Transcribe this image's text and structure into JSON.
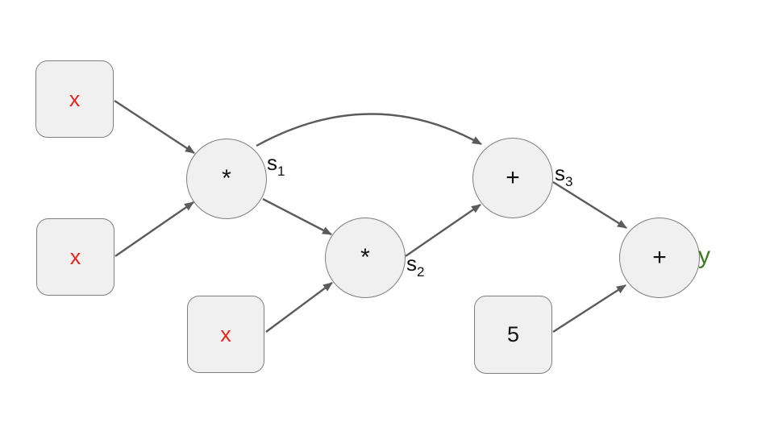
{
  "nodes": {
    "x1": {
      "label": "x"
    },
    "x2": {
      "label": "x"
    },
    "x3": {
      "label": "x"
    },
    "const5": {
      "label": "5"
    },
    "mul1": {
      "label": "*"
    },
    "mul2": {
      "label": "*"
    },
    "add1": {
      "label": "+"
    },
    "add2": {
      "label": "+"
    }
  },
  "labels": {
    "s1": {
      "base": "s",
      "sub": "1"
    },
    "s2": {
      "base": "s",
      "sub": "2"
    },
    "s3": {
      "base": "s",
      "sub": "3"
    },
    "y": "y"
  },
  "edges": [
    {
      "from": "x1",
      "to": "mul1",
      "style": "straight"
    },
    {
      "from": "x2",
      "to": "mul1",
      "style": "straight"
    },
    {
      "from": "mul1",
      "to": "mul2",
      "style": "straight"
    },
    {
      "from": "x3",
      "to": "mul2",
      "style": "straight"
    },
    {
      "from": "mul1",
      "to": "add1",
      "style": "curved"
    },
    {
      "from": "mul2",
      "to": "add1",
      "style": "straight"
    },
    {
      "from": "add1",
      "to": "add2",
      "style": "straight"
    },
    {
      "from": "const5",
      "to": "add2",
      "style": "straight"
    }
  ],
  "colors": {
    "input_label": "#e8241a",
    "output_label": "#3c7d21",
    "node_fill": "#f0f0f0",
    "node_border": "#7e7e7e",
    "edge": "#5b5b5b",
    "text": "#111111",
    "background": "#ffffff"
  }
}
